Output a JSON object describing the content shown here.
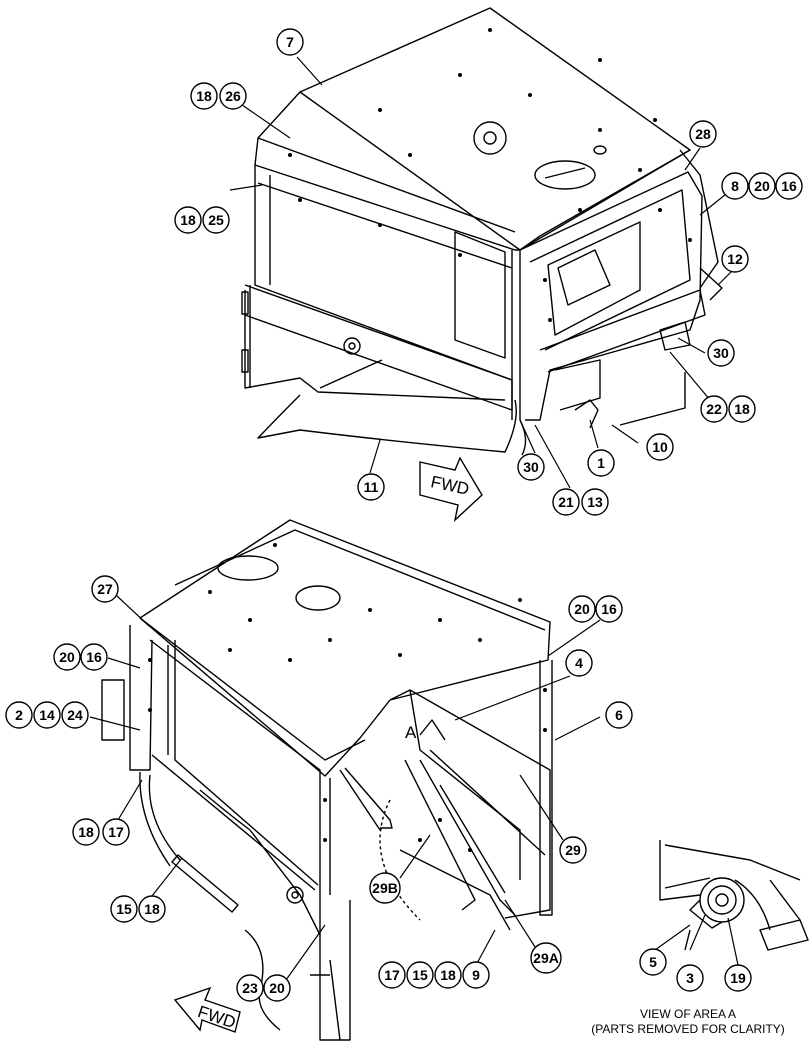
{
  "callouts": [
    {
      "label": "7"
    },
    {
      "label": "18"
    },
    {
      "label": "26"
    },
    {
      "label": "18"
    },
    {
      "label": "25"
    },
    {
      "label": "28"
    },
    {
      "label": "8"
    },
    {
      "label": "20"
    },
    {
      "label": "16"
    },
    {
      "label": "12"
    },
    {
      "label": "30"
    },
    {
      "label": "22"
    },
    {
      "label": "18"
    },
    {
      "label": "10"
    },
    {
      "label": "1"
    },
    {
      "label": "30"
    },
    {
      "label": "21"
    },
    {
      "label": "13"
    },
    {
      "label": "11"
    },
    {
      "label": "27"
    },
    {
      "label": "20"
    },
    {
      "label": "16"
    },
    {
      "label": "20"
    },
    {
      "label": "16"
    },
    {
      "label": "4"
    },
    {
      "label": "6"
    },
    {
      "label": "2"
    },
    {
      "label": "14"
    },
    {
      "label": "24"
    },
    {
      "label": "18"
    },
    {
      "label": "17"
    },
    {
      "label": "29"
    },
    {
      "label": "29B"
    },
    {
      "label": "15"
    },
    {
      "label": "18"
    },
    {
      "label": "29A"
    },
    {
      "label": "17"
    },
    {
      "label": "15"
    },
    {
      "label": "18"
    },
    {
      "label": "9"
    },
    {
      "label": "23"
    },
    {
      "label": "20"
    },
    {
      "label": "5"
    },
    {
      "label": "3"
    },
    {
      "label": "19"
    }
  ],
  "fwd_labels": [
    "FWD",
    "FWD"
  ],
  "area_marker": "A",
  "caption": {
    "line1": "VIEW OF AREA A",
    "line2": "(PARTS REMOVED FOR CLARITY)"
  }
}
